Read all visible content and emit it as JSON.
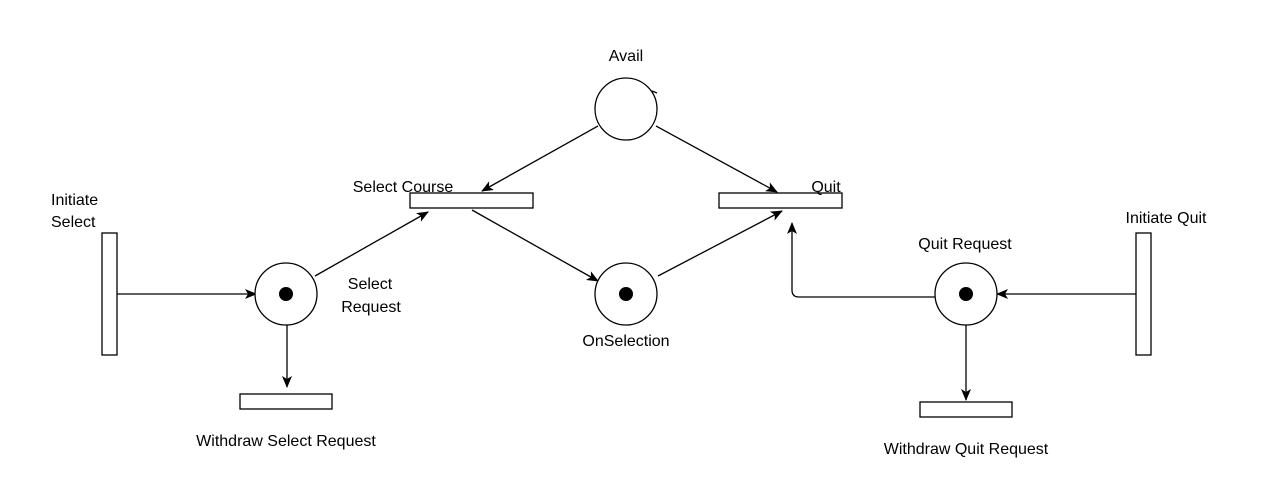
{
  "diagram": {
    "places": {
      "avail": {
        "label": "Avail",
        "tokens": 0
      },
      "select_request": {
        "label_line1": "Select",
        "label_line2": "Request",
        "tokens": 1
      },
      "on_selection": {
        "label": "OnSelection",
        "tokens": 1
      },
      "quit_request": {
        "label": "Quit Request",
        "tokens": 1
      }
    },
    "transitions": {
      "initiate_select": {
        "label_line1": "Initiate",
        "label_line2": "Select"
      },
      "select_course": {
        "label": "Select Course"
      },
      "quit": {
        "label": "Quit"
      },
      "initiate_quit": {
        "label": "Initiate Quit"
      },
      "withdraw_select_request": {
        "label": "Withdraw Select Request"
      },
      "withdraw_quit_request": {
        "label": "Withdraw Quit Request"
      }
    },
    "colors": {
      "stroke": "#000000",
      "fill": "#ffffff",
      "token": "#000000"
    }
  }
}
